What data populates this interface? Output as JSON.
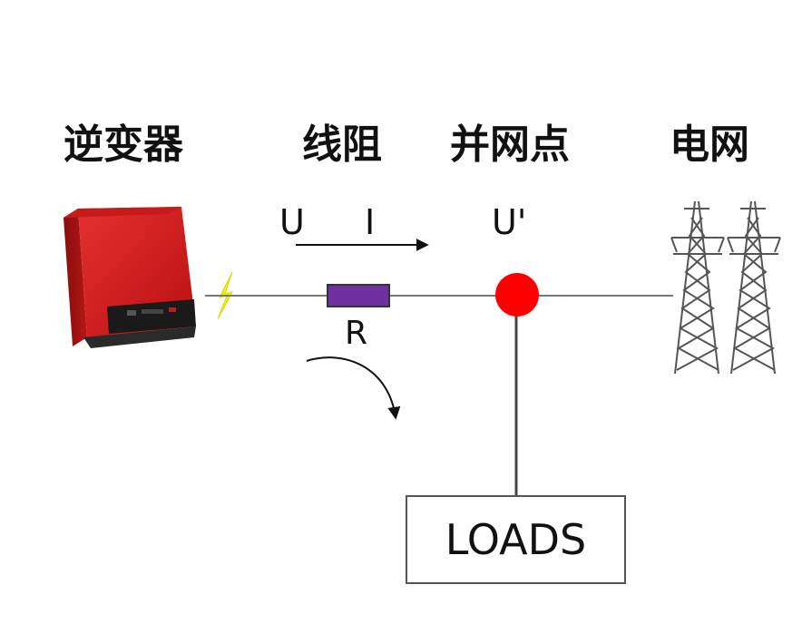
{
  "labels": {
    "inverter": "逆变器",
    "line_resistance": "线阻",
    "pcc": "并网点",
    "grid": "电网"
  },
  "symbols": {
    "voltage": "U",
    "current": "I",
    "voltage_pcc": "U'",
    "resistance": "R"
  },
  "loads_label": "LOADS",
  "colors": {
    "inverter_body": "#d81e1e",
    "resistor": "#7030a0",
    "pcc_node": "#ff0000",
    "spark": "#f4f400",
    "wire": "#777777"
  },
  "icons": {
    "inverter": "solar-inverter-icon",
    "spark": "lightning-spark-icon",
    "tower": "transmission-tower-icon"
  }
}
